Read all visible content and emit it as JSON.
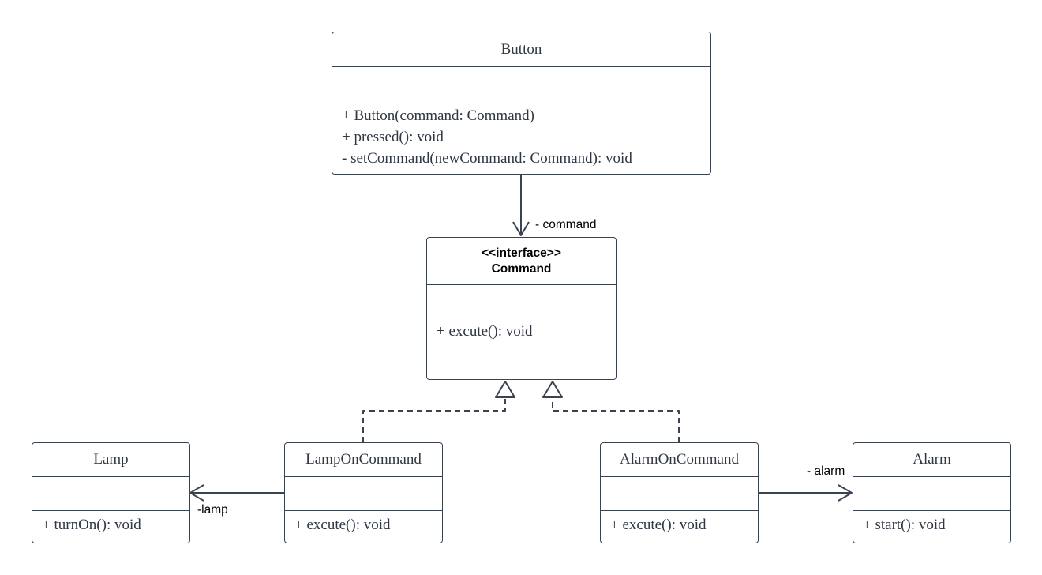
{
  "diagram": {
    "classes": {
      "button": {
        "name": "Button",
        "methods": [
          "+ Button(command: Command)",
          "+ pressed(): void",
          "- setCommand(newCommand: Command): void"
        ]
      },
      "command": {
        "stereotype": "<<interface>>",
        "name": "Command",
        "methods": [
          "+ excute(): void"
        ]
      },
      "lamp": {
        "name": "Lamp",
        "methods": [
          "+ turnOn(): void"
        ]
      },
      "lamp_on_command": {
        "name": "LampOnCommand",
        "methods": [
          "+ excute(): void"
        ]
      },
      "alarm_on_command": {
        "name": "AlarmOnCommand",
        "methods": [
          "+ excute(): void"
        ]
      },
      "alarm": {
        "name": "Alarm",
        "methods": [
          "+ start(): void"
        ]
      }
    },
    "relations": {
      "button_command": {
        "type": "association",
        "label": "- command"
      },
      "lamp_on_command_lamp": {
        "type": "association",
        "label": "-lamp"
      },
      "alarm_on_command_alarm": {
        "type": "association",
        "label": "- alarm"
      },
      "lamp_on_command_realizes": {
        "type": "realization"
      },
      "alarm_on_command_realizes": {
        "type": "realization"
      }
    }
  }
}
